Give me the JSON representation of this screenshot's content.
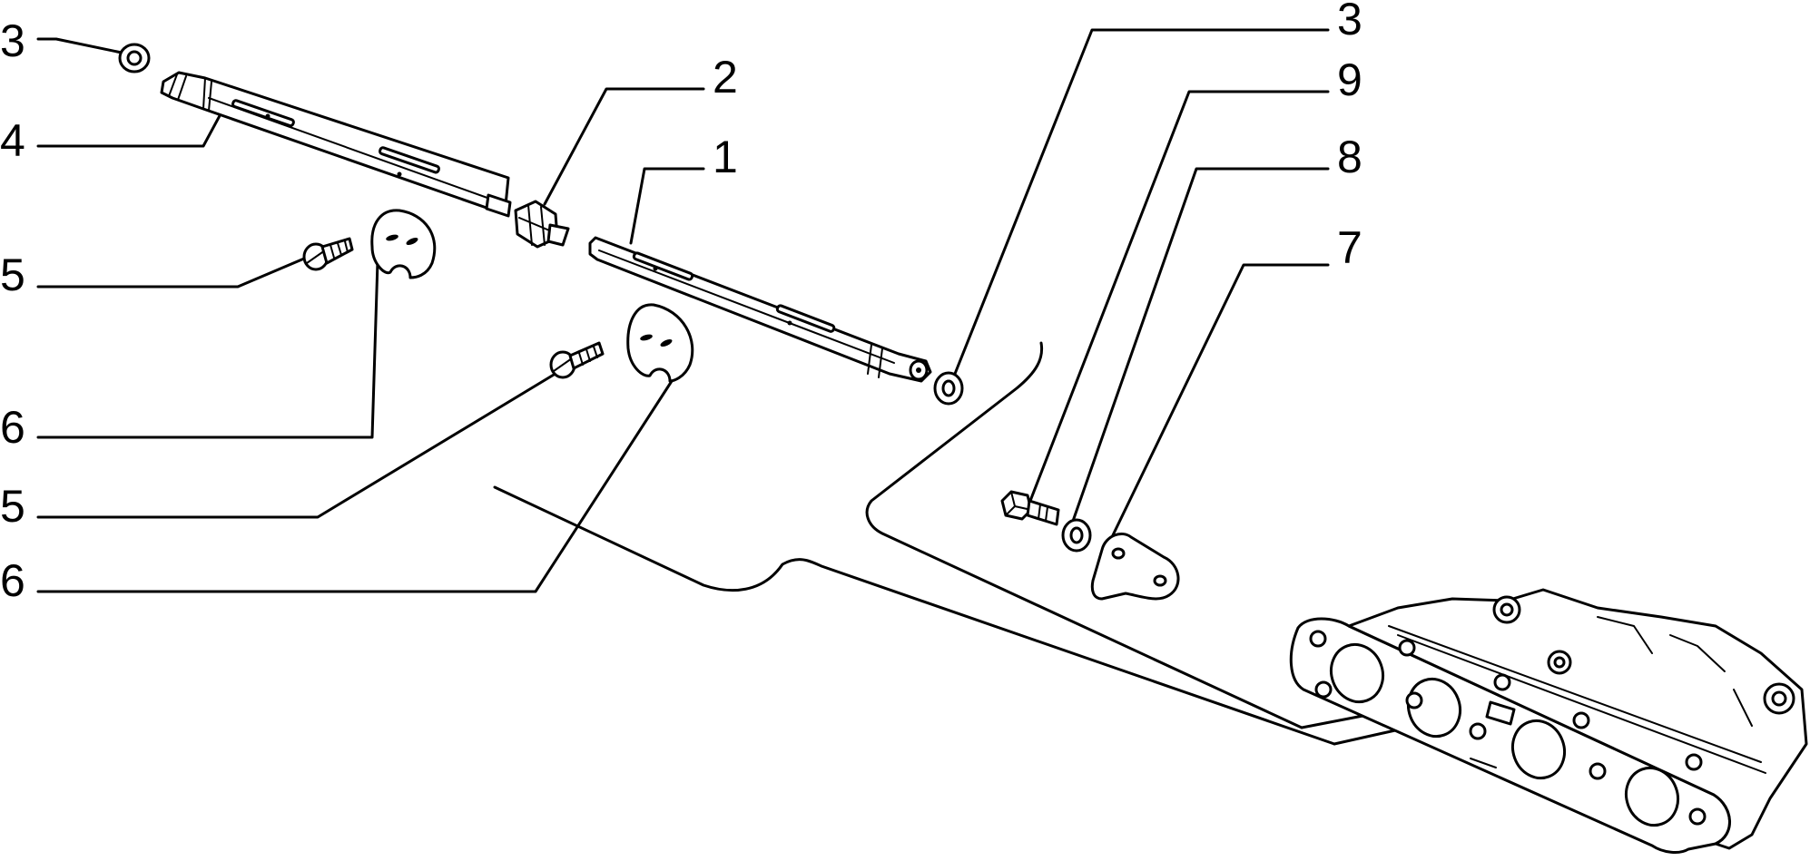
{
  "callouts": {
    "c3_left": "3",
    "c4": "4",
    "c5_upper": "5",
    "c6_upper": "6",
    "c5_lower": "5",
    "c6_lower": "6",
    "c2": "2",
    "c1": "1",
    "c3_right": "3",
    "c9": "9",
    "c8": "8",
    "c7": "7"
  }
}
